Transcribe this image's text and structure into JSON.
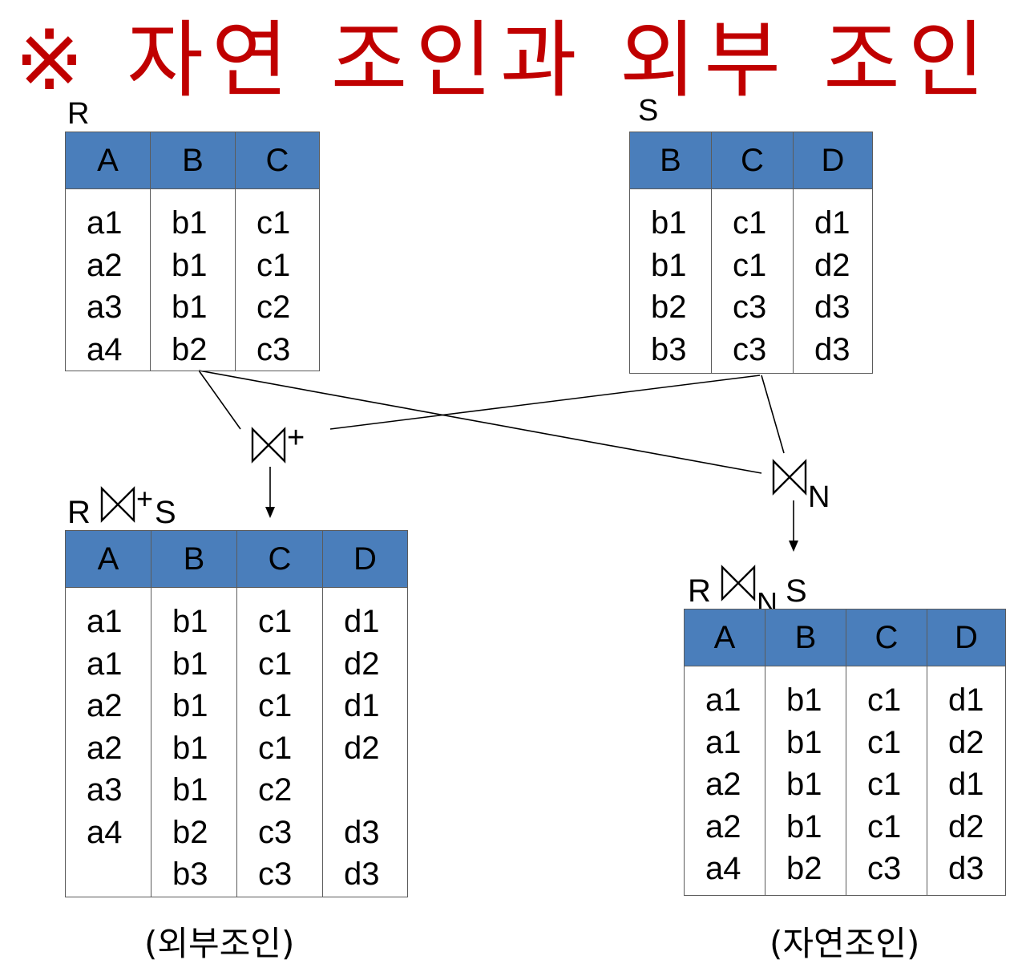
{
  "title": "※ 자연 조인과 외부 조인",
  "relation_r": {
    "label": "R",
    "columns": [
      "A",
      "B",
      "C"
    ],
    "values": [
      [
        "a1",
        "a2",
        "a3",
        "a4"
      ],
      [
        "b1",
        "b1",
        "b1",
        "b2"
      ],
      [
        "c1",
        "c1",
        "c2",
        "c3"
      ]
    ]
  },
  "relation_s": {
    "label": "S",
    "columns": [
      "B",
      "C",
      "D"
    ],
    "values": [
      [
        "b1",
        "b1",
        "b2",
        "b3"
      ],
      [
        "c1",
        "c1",
        "c3",
        "c3"
      ],
      [
        "d1",
        "d2",
        "d3",
        "d3"
      ]
    ]
  },
  "outer_join_operator": {
    "superscript": "+"
  },
  "natural_join_operator": {
    "subscript": "N"
  },
  "outer_join_result": {
    "label_left": "R",
    "label_sup": "+",
    "label_right": "S",
    "columns": [
      "A",
      "B",
      "C",
      "D"
    ],
    "values": [
      [
        "a1",
        "a1",
        "a2",
        "a2",
        "a3",
        "a4",
        ""
      ],
      [
        "b1",
        "b1",
        "b1",
        "b1",
        "b1",
        "b2",
        "b3"
      ],
      [
        "c1",
        "c1",
        "c1",
        "c1",
        "c2",
        "c3",
        "c3"
      ],
      [
        "d1",
        "d2",
        "d1",
        "d2",
        "",
        "d3",
        "d3"
      ]
    ],
    "caption": "(외부조인)"
  },
  "natural_join_result": {
    "label_left": "R",
    "label_sub": "N",
    "label_right": "S",
    "columns": [
      "A",
      "B",
      "C",
      "D"
    ],
    "values": [
      [
        "a1",
        "a1",
        "a2",
        "a2",
        "a4"
      ],
      [
        "b1",
        "b1",
        "b1",
        "b1",
        "b2"
      ],
      [
        "c1",
        "c1",
        "c1",
        "c1",
        "c3"
      ],
      [
        "d1",
        "d2",
        "d1",
        "d2",
        "d3"
      ]
    ],
    "caption": "(자연조인)"
  }
}
